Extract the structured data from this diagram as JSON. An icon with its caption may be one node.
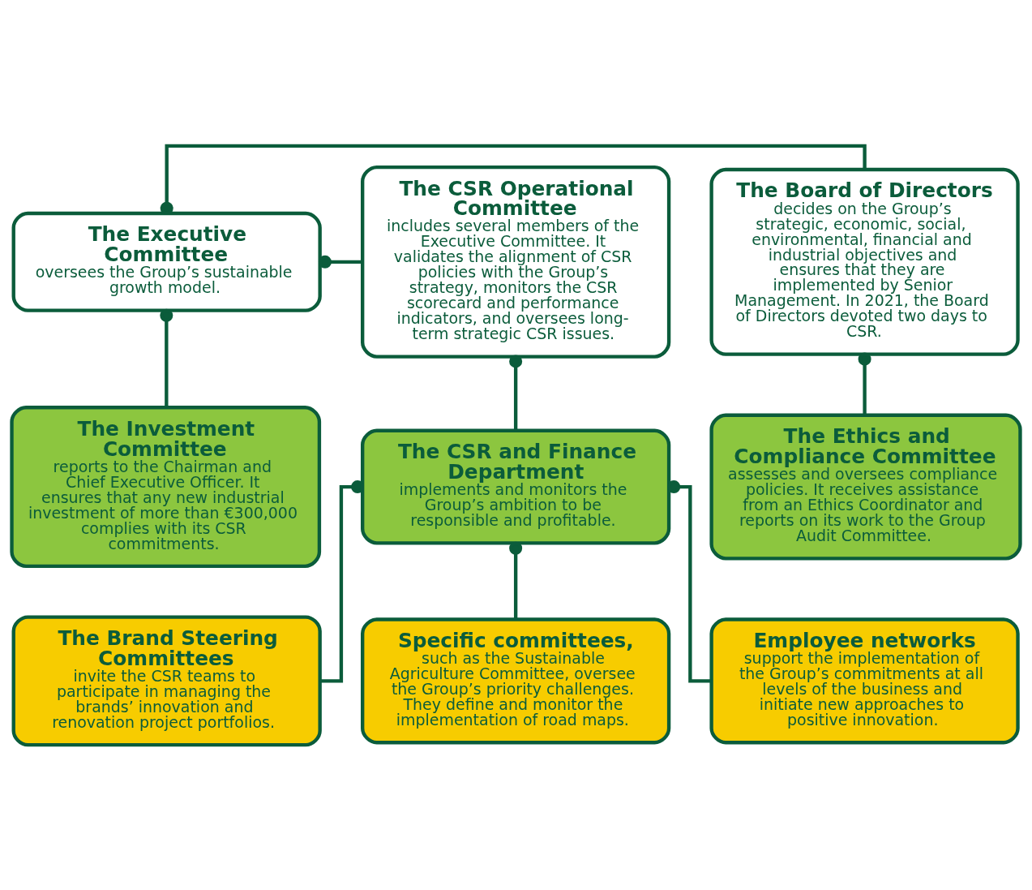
{
  "diagram": {
    "nodes": [
      {
        "text": [
          "The Board of Directors",
          "decides on the Group’s strategic, economic, social, environmental, financial and industrial objectives and ensures that they are implemented by Senior Management. In 2021, the Board of Directors devoted two days to CSR."
        ]
      },
      {
        "text": [
          "The Executive Committee",
          "oversees the Group’s sustainable growth model."
        ]
      },
      {
        "text": [
          "The CSR Operational Committee",
          "includes several members of the Executive Committee. It validates the alignment of CSR policies with the Group’s strategy, monitors the CSR scorecard and performance indicators, and oversees long-term strategic CSR issues."
        ]
      },
      {
        "text": [
          "The Ethics and Compliance Committee",
          "assesses and oversees compliance policies. It receives assistance from an Ethics Coordinator and reports on its work to the Group Audit Committee."
        ]
      },
      {
        "text": [
          "The Investment Committee",
          "reports to the Chairman and Chief Executive Officer. It ensures that any new industrial investment of more than €300,000 complies with its CSR commitments."
        ]
      },
      {
        "text": [
          "The CSR and Finance Department",
          "implements and monitors the Group’s ambition to be responsible and profitable."
        ]
      },
      {
        "text": [
          "The Brand Steering Committees",
          "invite the CSR teams to participate in managing the brands’ innovation and renovation project portfolios."
        ]
      },
      {
        "text": [
          "Specific committees,",
          "such as the Sustainable Agriculture Committee, oversee the Group’s priority challenges. They define and monitor the implementation of road maps."
        ]
      },
      {
        "text": [
          "Employee networks",
          "support the implementation of the Group’s commitments at all levels of the business and initiate new approaches to positive innovation."
        ]
      }
    ],
    "edges": [
      {
        "from": 1,
        "to": 0,
        "arrow": "other"
      },
      {
        "from": 1,
        "to": 2,
        "arrow": "other"
      },
      {
        "from": 1,
        "to": 4,
        "arrow": "other"
      },
      {
        "from": 0,
        "to": 3,
        "arrow": "other"
      },
      {
        "from": 2,
        "to": 5,
        "arrow": "other"
      },
      {
        "from": 5,
        "to": 6,
        "arrow": "other"
      },
      {
        "from": 5,
        "to": 7,
        "arrow": "other"
      },
      {
        "from": 5,
        "to": 8,
        "arrow": "other"
      }
    ]
  }
}
